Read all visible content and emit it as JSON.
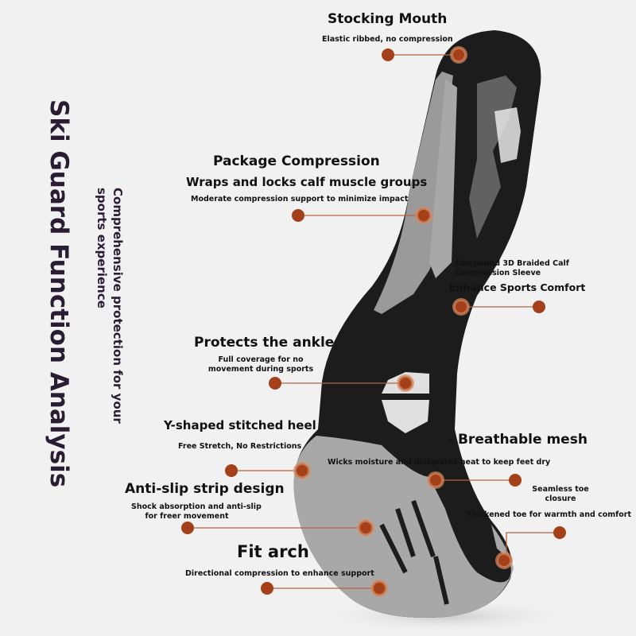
{
  "title": "Ski Guard Function Analysis",
  "subtitle_lines": [
    "Comprehensive protection for your",
    "sports experience"
  ],
  "accent_color": "#a3401a",
  "callouts": {
    "stocking_mouth": {
      "heading": "Stocking Mouth",
      "detail": "Elastic ribbed, no compression"
    },
    "package_compression": {
      "heading": "Package Compression",
      "subheading": "Wraps and locks calf muscle groups",
      "detail": "Moderate compression support to minimize impact"
    },
    "calf_sleeve": {
      "detail_lines": [
        "Compound 3D Braided Calf",
        "Compression Sleeve"
      ],
      "heading": "Enhance Sports Comfort"
    },
    "ankle": {
      "heading": "Protects the ankle",
      "detail_lines": [
        "Full coverage for no",
        "movement during sports"
      ]
    },
    "heel": {
      "heading": "Y-shaped stitched heel",
      "detail": "Free Stretch, No Restrictions"
    },
    "mesh": {
      "heading": "- Breathable mesh",
      "detail": "Wicks moisture and dissipates heat to keep feet dry"
    },
    "anti_slip": {
      "heading": "Anti-slip strip design",
      "detail_lines": [
        "Shock absorption and anti-slip",
        "for freer movement"
      ]
    },
    "toe": {
      "detail_lines": [
        "Seamless toe",
        "closure"
      ],
      "heading": "Thickened toe for warmth and comfort"
    },
    "arch": {
      "heading": "Fit arch",
      "detail": "Directional compression to enhance support"
    }
  }
}
